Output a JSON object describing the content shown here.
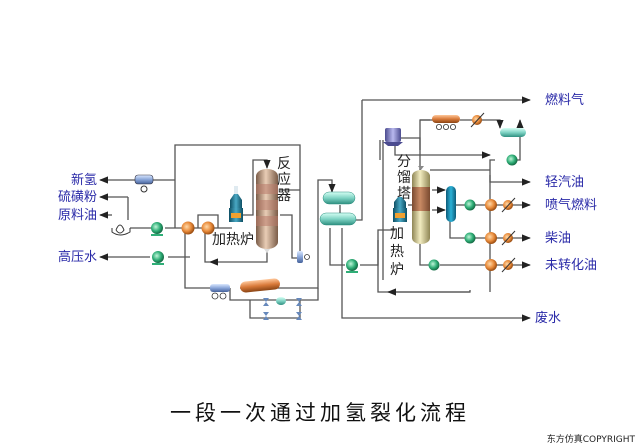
{
  "title": "一段一次通过加氢裂化流程",
  "copyright": "东方仿真COPYRIGHT",
  "colors": {
    "label_text": "#2a2aa8",
    "pipe": "#555555",
    "pump": "#2fae77",
    "heat_exchanger": "#e88a3a",
    "separator": "#7fd3c4",
    "column": "#d9cf95",
    "reactor": "#c7a48a",
    "drum": "#8888cc"
  },
  "inputs": [
    {
      "id": "new-hydrogen",
      "label": "新氢"
    },
    {
      "id": "sulfur-powder",
      "label": "硫磺粉"
    },
    {
      "id": "feed-oil",
      "label": "原料油"
    },
    {
      "id": "high-pressure-water",
      "label": "高压水"
    }
  ],
  "outputs": [
    {
      "id": "fuel-gas",
      "label": "燃料气"
    },
    {
      "id": "light-gasoline",
      "label": "轻汽油"
    },
    {
      "id": "jet-fuel",
      "label": "喷气燃料"
    },
    {
      "id": "diesel",
      "label": "柴油"
    },
    {
      "id": "unconverted-oil",
      "label": "未转化油"
    },
    {
      "id": "waste-water",
      "label": "废水"
    }
  ],
  "equipment": {
    "heater1": "加热炉",
    "reactor": [
      "反",
      "应",
      "器"
    ],
    "fractionator": [
      "分",
      "馏",
      "塔"
    ],
    "heater2": [
      "加",
      "热",
      "炉"
    ]
  }
}
